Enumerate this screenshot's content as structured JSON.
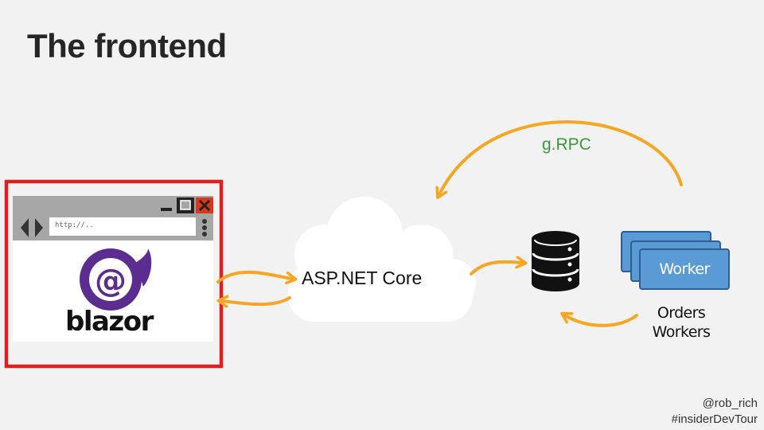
{
  "title": "The frontend",
  "browser": {
    "url": "http://.."
  },
  "blazor": {
    "wordmark": "blazor"
  },
  "cloud": {
    "label": "ASP.NET Core"
  },
  "grpc": {
    "label": "g.RPC"
  },
  "worker": {
    "label": "Worker"
  },
  "orders": {
    "line1": "Orders",
    "line2": "Workers"
  },
  "credit": {
    "line1": "@rob_rich",
    "line2": "#insiderDevTour"
  },
  "colors": {
    "background": "#f2f2f2",
    "arrow": "#f5a623",
    "highlight_frame": "#e02020",
    "worker": "#5b9bd5",
    "grpc_text": "#3a9a3a",
    "blazor_purple": "#5c2d91"
  }
}
